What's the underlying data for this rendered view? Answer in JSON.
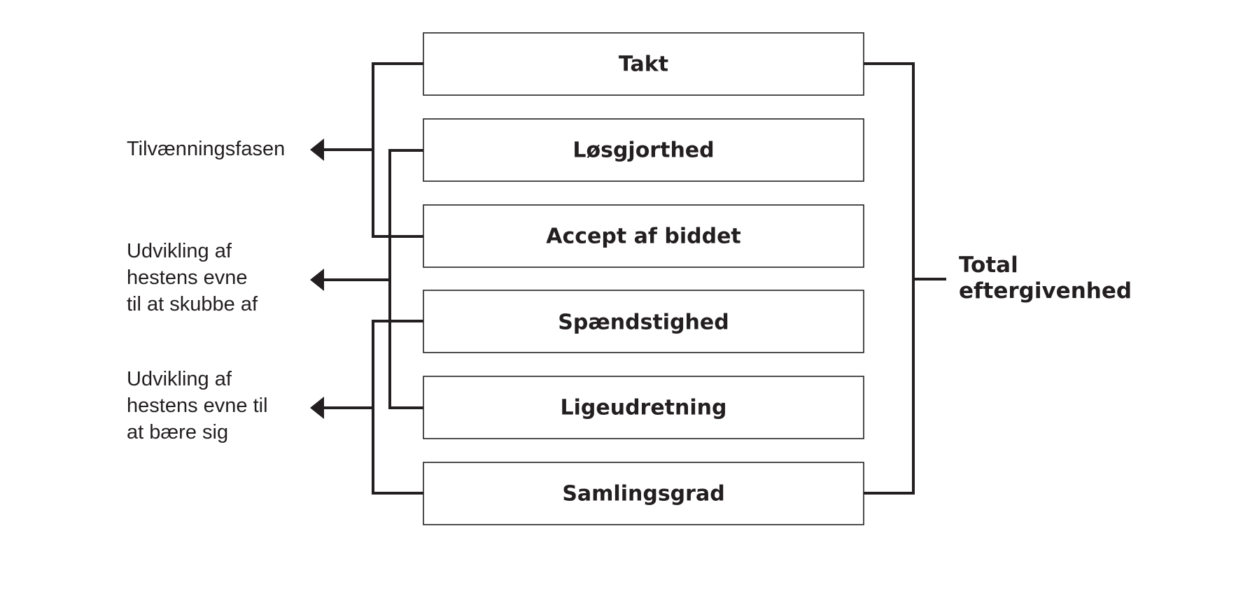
{
  "boxes": [
    "Takt",
    "Løsgjorthed",
    "Accept af biddet",
    "Spændstighed",
    "Ligeudretning",
    "Samlingsgrad"
  ],
  "outputs": [
    {
      "lines": [
        "Tilvænningsfasen"
      ]
    },
    {
      "lines": [
        "Udvikling af",
        "hestens evne",
        "til at skubbe af"
      ]
    },
    {
      "lines": [
        "Udvikling af",
        "hestens evne til",
        "at bære sig"
      ]
    }
  ],
  "total": {
    "lines": [
      "Total",
      "eftergivenhed"
    ]
  },
  "colors": {
    "line": "#231f20",
    "box_stroke": "#231f20",
    "text": "#231f20",
    "background": "#ffffff"
  }
}
